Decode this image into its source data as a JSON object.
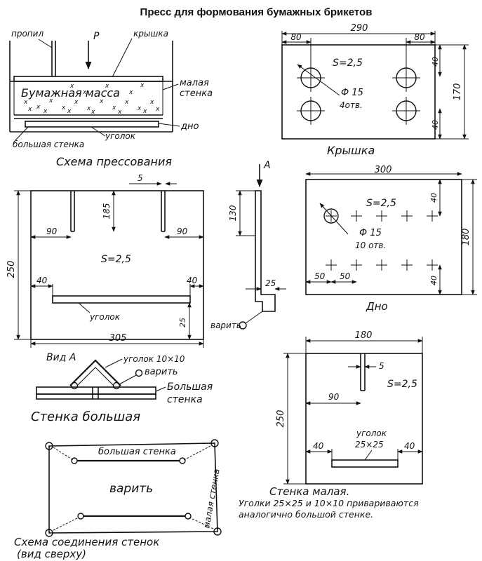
{
  "title": "Пресс для формования бумажных брикетов",
  "scheme": {
    "caption": "Схема прессования",
    "propil": "пропил",
    "force": "P",
    "kryshka": "крышка",
    "massa": "Бумажная масса",
    "malaya1": "малая",
    "malaya2": "стенка",
    "dno": "дно",
    "ugolok": "уголок",
    "bolshaya": "большая стенка",
    "mass_marks": "x"
  },
  "lid": {
    "caption": "Крышка",
    "width": "290",
    "left_offset": "80",
    "right_offset": "80",
    "height": "170",
    "top_offset": "40",
    "bottom_offset": "40",
    "thickness": "S=2,5",
    "hole": "Ф 15",
    "hole_count": "4отв."
  },
  "big_wall": {
    "width": "305",
    "height": "250",
    "slot_width": "5",
    "slot_depth": "185",
    "slot_left": "90",
    "slot_right": "90",
    "thickness": "S=2,5",
    "ugolok_left": "40",
    "ugolok_right": "40",
    "ugolok": "уголок",
    "ugolok_h": "25",
    "view_label": "Вид А"
  },
  "side_view": {
    "arrow": "A",
    "dim_130": "130",
    "dim_25": "25",
    "weld": "варить"
  },
  "bottom": {
    "caption": "Дно",
    "width": "300",
    "height": "180",
    "top_offset": "40",
    "bottom_offset": "40",
    "left_offset": "50",
    "pitch": "50",
    "thickness": "S=2,5",
    "hole": "Ф 15",
    "hole_count": "10 отв."
  },
  "wall_detail": {
    "caption": "Стенка большая",
    "ugolok": "уголок 10×10",
    "weld": "варить",
    "wall1": "Большая",
    "wall2": "стенка"
  },
  "small_wall": {
    "width": "180",
    "height": "250",
    "slot_width": "5",
    "slot_left": "90",
    "thickness": "S=2,5",
    "ugolok1": "уголок",
    "ugolok2": "25×25",
    "ug_left": "40",
    "ug_right": "40",
    "caption": "Стенка малая.",
    "note1": "Уголки 25×25 и 10×10 привариваются",
    "note2": "аналогично большой стенке."
  },
  "connection": {
    "big_wall": "большая стенка",
    "small_wall": "малая стенка",
    "weld": "варить",
    "caption1": "Схема соединения стенок",
    "caption2": "(вид сверху)"
  }
}
